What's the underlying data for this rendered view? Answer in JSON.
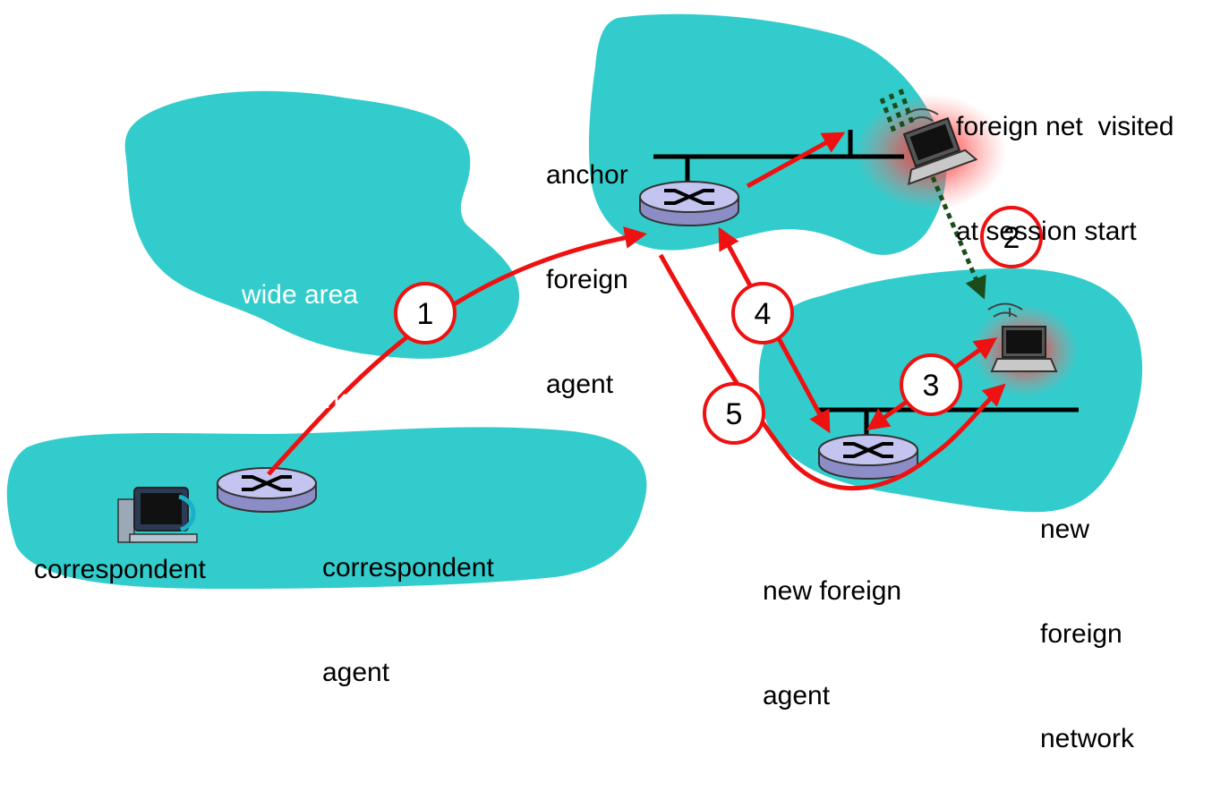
{
  "colors": {
    "network_fill": "#33cccc",
    "arrow": "#ee1111",
    "dotted_arrow": "#1a4d1a",
    "router_body": "#b8b8e8",
    "highlight_glow": "#ff2a2a"
  },
  "networks": {
    "wide_area": {
      "label_line1": "wide area",
      "label_line2": "network"
    },
    "home": {
      "label": "correspondent"
    },
    "anchor": {
      "label_line1": "foreign net  visited",
      "label_line2": "at session start"
    },
    "new_foreign": {
      "label_line1": "new",
      "label_line2": "foreign",
      "label_line3": "network"
    }
  },
  "nodes": {
    "correspondent_agent": {
      "label_line1": "correspondent",
      "label_line2": "agent",
      "icon": "router-icon"
    },
    "anchor_agent": {
      "label_line1": "anchor",
      "label_line2": "foreign",
      "label_line3": "agent",
      "icon": "router-icon"
    },
    "new_agent": {
      "label_line1": "new foreign",
      "label_line2": "agent",
      "icon": "router-icon"
    },
    "correspondent_host": {
      "icon": "desktop-computer-icon"
    },
    "mobile_old": {
      "icon": "laptop-icon"
    },
    "mobile_new": {
      "icon": "laptop-icon"
    }
  },
  "steps": [
    "1",
    "2",
    "3",
    "4",
    "5"
  ]
}
